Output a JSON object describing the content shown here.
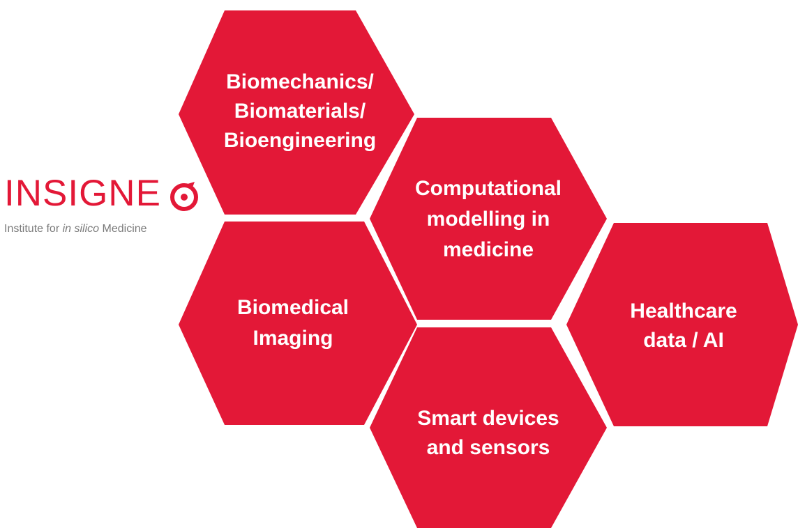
{
  "logo": {
    "wordmark": "INSIGNE",
    "tagline_prefix": "Institute for ",
    "tagline_italic": "in silico",
    "tagline_suffix": " Medicine"
  },
  "colors": {
    "hexagon_fill": "#e31837",
    "text_on_hex": "#ffffff",
    "tagline": "#7a7a7a"
  },
  "hexagons": [
    {
      "id": "biomechanics",
      "label": "Biomechanics/\nBiomaterials/\nBioengineering"
    },
    {
      "id": "computational",
      "label": "Computational\nmodelling in\nmedicine"
    },
    {
      "id": "imaging",
      "label": "Biomedical\nImaging"
    },
    {
      "id": "healthcare",
      "label": "Healthcare\ndata / AI"
    },
    {
      "id": "smart-devices",
      "label": "Smart devices\nand sensors"
    }
  ]
}
